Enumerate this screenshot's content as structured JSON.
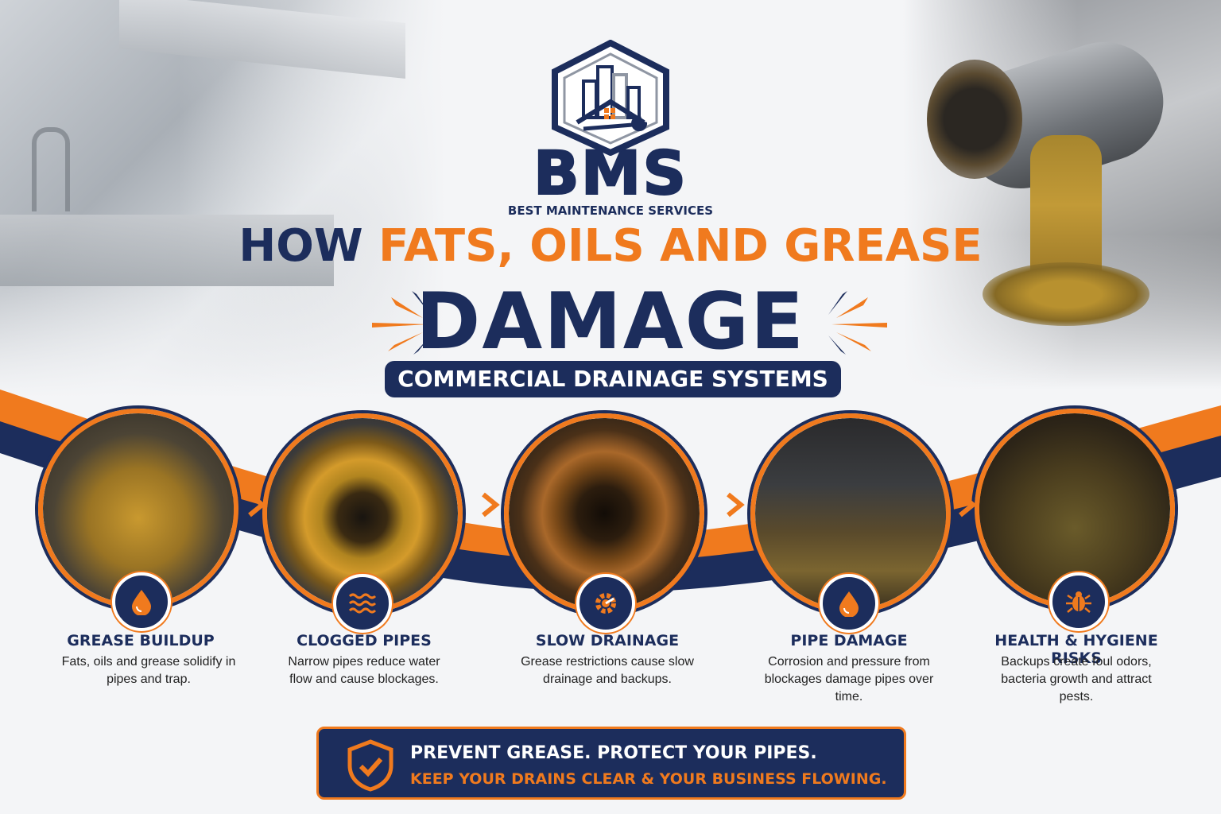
{
  "brand": {
    "name": "BMS",
    "subtitle": "BEST MAINTENANCE SERVICES"
  },
  "headline": {
    "prefix": "HOW",
    "highlight": "FATS, OILS AND GREASE",
    "main": "DAMAGE",
    "pill": "COMMERCIAL DRAINAGE SYSTEMS"
  },
  "steps": [
    {
      "title": "GREASE BUILDUP",
      "description": "Fats, oils and grease solidify in pipes and trap.",
      "icon": "droplet-icon"
    },
    {
      "title": "CLOGGED PIPES",
      "description": "Narrow pipes reduce water flow and cause blockages.",
      "icon": "waves-icon"
    },
    {
      "title": "SLOW DRAINAGE",
      "description": "Grease restrictions cause slow drainage and backups.",
      "icon": "gear-icon"
    },
    {
      "title": "PIPE DAMAGE",
      "description": "Corrosion and pressure from blockages damage pipes over time.",
      "icon": "droplet-icon"
    },
    {
      "title": "HEALTH & HYGIENE RISKS",
      "description": "Backups create foul odors, bacteria growth and attract pests.",
      "icon": "bug-icon"
    }
  ],
  "cta": {
    "line1": "PREVENT GREASE. PROTECT YOUR PIPES.",
    "line2": "KEEP YOUR DRAINS CLEAR & YOUR BUSINESS FLOWING.",
    "icon": "shield-check-icon"
  },
  "colors": {
    "navy": "#1c2d5c",
    "orange": "#f07a1e",
    "background": "#f4f5f7"
  }
}
